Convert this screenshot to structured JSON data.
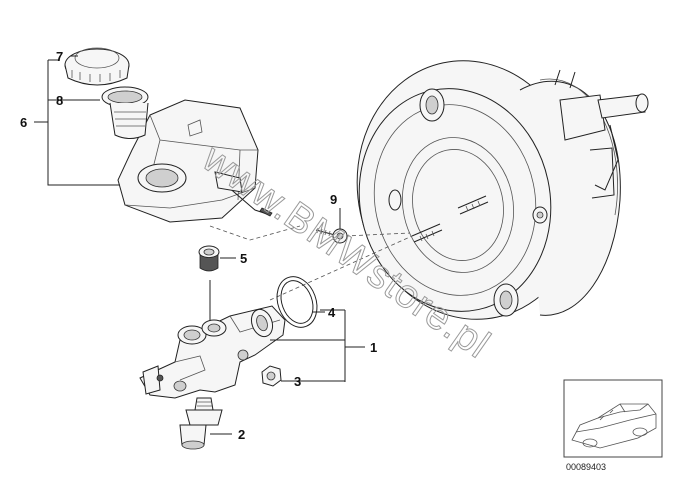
{
  "callouts": [
    {
      "id": "1",
      "part": "brake master cylinder"
    },
    {
      "id": "2",
      "part": "sensor"
    },
    {
      "id": "3",
      "part": "nut"
    },
    {
      "id": "4",
      "part": "o-ring"
    },
    {
      "id": "5",
      "part": "grommet"
    },
    {
      "id": "6",
      "part": "brake fluid reservoir"
    },
    {
      "id": "7",
      "part": "cap"
    },
    {
      "id": "8",
      "part": "filter screen"
    },
    {
      "id": "9",
      "part": "screw"
    }
  ],
  "watermark": "www.BMWstore.pl",
  "thumbnail": {
    "image_number": "00089403"
  },
  "colors": {
    "line": "#222222",
    "background": "#ffffff",
    "watermark": "#9a9a9a"
  }
}
